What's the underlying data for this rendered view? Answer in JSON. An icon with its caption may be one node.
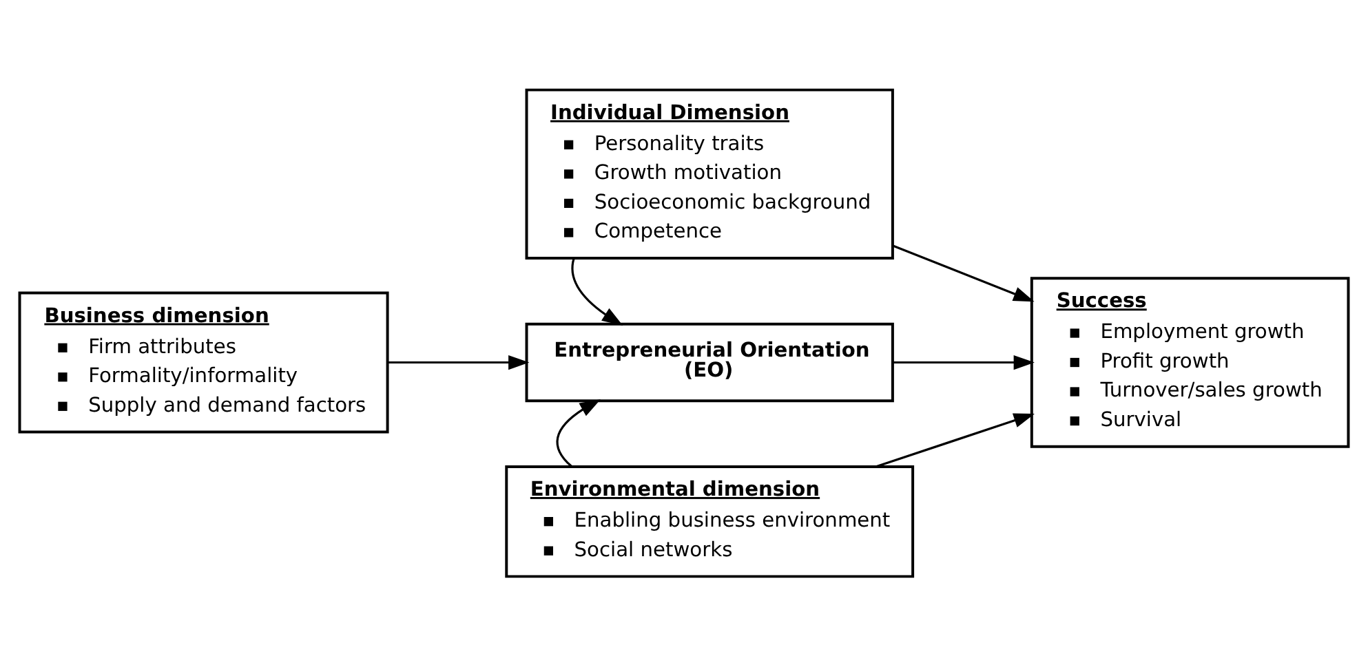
{
  "diagram": {
    "nodes": [
      {
        "text": [
          "Individual Dimension",
          "Personality traits",
          "Growth motivation",
          "Socioeconomic background",
          "Competence"
        ]
      },
      {
        "text": [
          "Business dimension",
          "Firm attributes",
          "Formality/informality",
          "Supply and demand factors"
        ]
      },
      {
        "text": [
          "Entrepreneurial Orientation (EO)"
        ]
      },
      {
        "text": [
          "Success",
          "Employment growth",
          "Profit growth",
          "Turnover/sales growth",
          "Survival"
        ]
      },
      {
        "text": [
          "Environmental dimension",
          "Enabling business environment",
          "Social networks"
        ]
      }
    ],
    "edges": [
      {
        "from": 0,
        "to": 2,
        "arrow": "to"
      },
      {
        "from": 1,
        "to": 2,
        "arrow": "to"
      },
      {
        "from": 2,
        "to": 3,
        "arrow": "to"
      },
      {
        "from": 4,
        "to": 2,
        "arrow": "to"
      },
      {
        "from": 0,
        "to": 3,
        "arrow": "to"
      },
      {
        "from": 4,
        "to": 3,
        "arrow": "to"
      }
    ]
  }
}
